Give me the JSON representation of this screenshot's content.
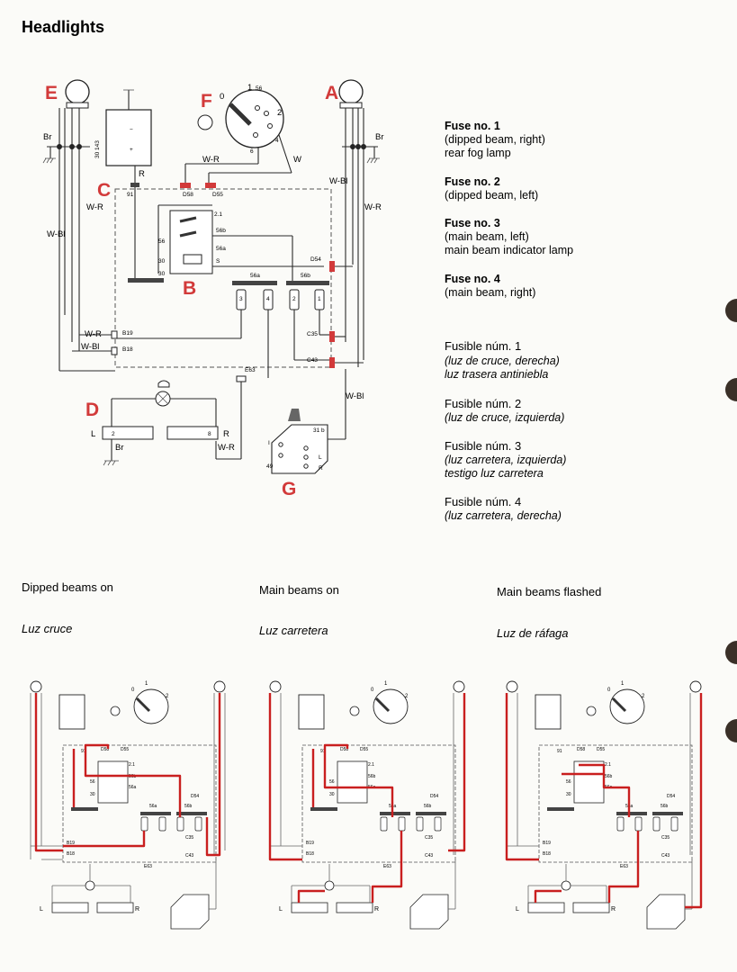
{
  "title": "Headlights",
  "main_diagram": {
    "component_letters": [
      "A",
      "B",
      "C",
      "D",
      "E",
      "F",
      "G"
    ],
    "wire_labels": {
      "br": "Br",
      "w_r": "W-R",
      "w_bl": "W-Bl",
      "w": "W",
      "r": "R"
    },
    "terminals": {
      "t91": "91",
      "d58": "D58",
      "d55": "D55",
      "d54": "D54",
      "c35": "C35",
      "c43": "C43",
      "b19": "B19",
      "b18": "B18",
      "e63": "E63",
      "t56": "56",
      "t56a": "56a",
      "t56b": "56b",
      "t21": "2.1",
      "t30": "30",
      "ts": "S",
      "t31b": "31 b",
      "t49": "49",
      "tl": "L",
      "tr": "R",
      "ti": "I",
      "t2": "2",
      "t8": "8",
      "t1": "1",
      "t0": "0",
      "t6": "6",
      "t4": "4",
      "t3": "3",
      "relay_code": "30 143",
      "plus": "+",
      "minus": "−"
    }
  },
  "fuses_en": [
    {
      "title": "Fuse no. 1",
      "lines": [
        "(dipped beam, right)",
        "rear fog lamp"
      ]
    },
    {
      "title": "Fuse no. 2",
      "lines": [
        "(dipped beam, left)"
      ]
    },
    {
      "title": "Fuse no. 3",
      "lines": [
        "(main beam, left)",
        "main beam indicator lamp"
      ]
    },
    {
      "title": "Fuse no. 4",
      "lines": [
        "(main beam, right)"
      ]
    }
  ],
  "fuses_es": [
    {
      "title": "Fusible núm. 1",
      "lines": [
        "(luz de cruce, derecha)",
        "luz trasera antiniebla"
      ]
    },
    {
      "title": "Fusible núm. 2",
      "lines": [
        "(luz de cruce, izquierda)"
      ]
    },
    {
      "title": "Fusible núm. 3",
      "lines": [
        "(luz carretera, izquierda)",
        "testigo luz carretera"
      ]
    },
    {
      "title": "Fusible núm. 4",
      "lines": [
        "(luz carretera, derecha)"
      ]
    }
  ],
  "modes": [
    {
      "caption_en": "Dipped beams on",
      "caption_es": "Luz cruce"
    },
    {
      "caption_en": "Main beams on",
      "caption_es": "Luz carretera"
    },
    {
      "caption_en": "Main beams flashed",
      "caption_es": "Luz de ráfaga"
    }
  ],
  "colors": {
    "accent_red": "#d23a3a",
    "wire_red": "#c91f1f",
    "ink": "#2a2a2a"
  }
}
